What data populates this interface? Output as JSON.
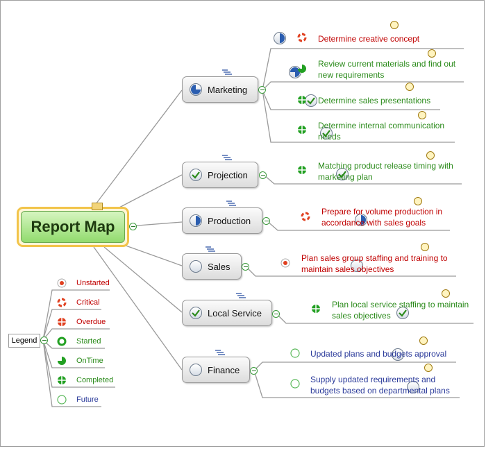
{
  "root": {
    "label": "Report Map"
  },
  "colors": {
    "critical_red": "#c00000",
    "ontime_green": "#2a8a1a",
    "future_blue": "#2a3a9a",
    "root_border": "#f2c44a",
    "root_fill": "#92db6e"
  },
  "topics": [
    {
      "label": "Marketing",
      "status_icon": "quarter-pie-icon"
    },
    {
      "label": "Projection",
      "status_icon": "check-icon"
    },
    {
      "label": "Production",
      "status_icon": "half-pie-icon"
    },
    {
      "label": "Sales",
      "status_icon": "empty-circle-icon"
    },
    {
      "label": "Local Service",
      "status_icon": "check-icon"
    },
    {
      "label": "Finance",
      "status_icon": "empty-circle-icon"
    }
  ],
  "tasks": {
    "marketing": [
      {
        "text": "Determine creative concept",
        "status": "Critical"
      },
      {
        "text_1": "Review current materials and find out",
        "text_2": "new requirements",
        "status": "OnTime"
      },
      {
        "text": "Determine sales presentations",
        "status": "Completed"
      },
      {
        "text_1": "Determine internal communication",
        "text_2": "needs",
        "status": "Completed"
      }
    ],
    "projection": [
      {
        "text_1": "Matching product release timing with",
        "text_2": "marketing plan",
        "status": "Completed"
      }
    ],
    "production": [
      {
        "text_1": "Prepare for volume production in",
        "text_2": "accordance with sales goals",
        "status": "Critical"
      }
    ],
    "sales": [
      {
        "text_1": "Plan sales group staffing and training to",
        "text_2": "maintain sales objectives",
        "status": "Unstarted"
      }
    ],
    "local_service": [
      {
        "text_1": "Plan local service staffing to maintain",
        "text_2": "sales objectives",
        "status": "Completed"
      }
    ],
    "finance": [
      {
        "text": "Updated plans and budgets approval",
        "status": "Future"
      },
      {
        "text_1": "Supply updated requirements and",
        "text_2": "budgets based on departmental plans",
        "status": "Future"
      }
    ]
  },
  "legend": {
    "title": "Legend",
    "items": [
      {
        "label": "Unstarted",
        "icon": "unstarted-icon",
        "color": "#c00000"
      },
      {
        "label": "Critical",
        "icon": "critical-icon",
        "color": "#c00000"
      },
      {
        "label": "Overdue",
        "icon": "overdue-icon",
        "color": "#c00000"
      },
      {
        "label": "Started",
        "icon": "started-icon",
        "color": "#2a8a1a"
      },
      {
        "label": "OnTime",
        "icon": "ontime-icon",
        "color": "#2a8a1a"
      },
      {
        "label": "Completed",
        "icon": "completed-icon",
        "color": "#2a8a1a"
      },
      {
        "label": "Future",
        "icon": "future-icon",
        "color": "#2a3a9a"
      }
    ]
  }
}
